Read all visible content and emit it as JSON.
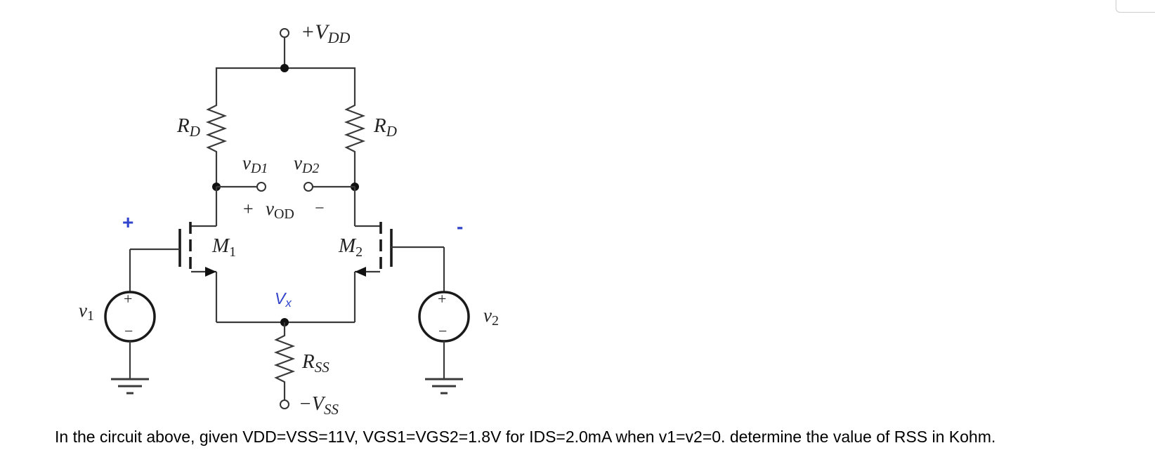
{
  "circuit": {
    "vdd_label": "+V",
    "vdd_sub": "DD",
    "vss_label": "−V",
    "vss_sub": "SS",
    "rd_left_label": "R",
    "rd_left_sub": "D",
    "rd_right_label": "R",
    "rd_right_sub": "D",
    "rss_label": "R",
    "rss_sub": "SS",
    "vd1_label": "v",
    "vd1_sub": "D1",
    "vd2_label": "v",
    "vd2_sub": "D2",
    "vod_plus": "+",
    "vod_label": "v",
    "vod_sub": "OD",
    "vod_minus": "−",
    "m1_label": "M",
    "m1_sub": "1",
    "m2_label": "M",
    "m2_sub": "2",
    "vx_label": "V",
    "vx_sub": "x",
    "v1_label": "v",
    "v1_sub": "1",
    "v2_label": "v",
    "v2_sub": "2",
    "source_plus": "+",
    "source_minus": "−",
    "annot_plus": "+",
    "annot_minus": "-",
    "annot_color": "#3344cc"
  },
  "question": {
    "text": "In the circuit above, given VDD=VSS=11V, VGS1=VGS2=1.8V for IDS=2.0mA when v1=v2=0. determine the value of RSS in Kohm."
  }
}
